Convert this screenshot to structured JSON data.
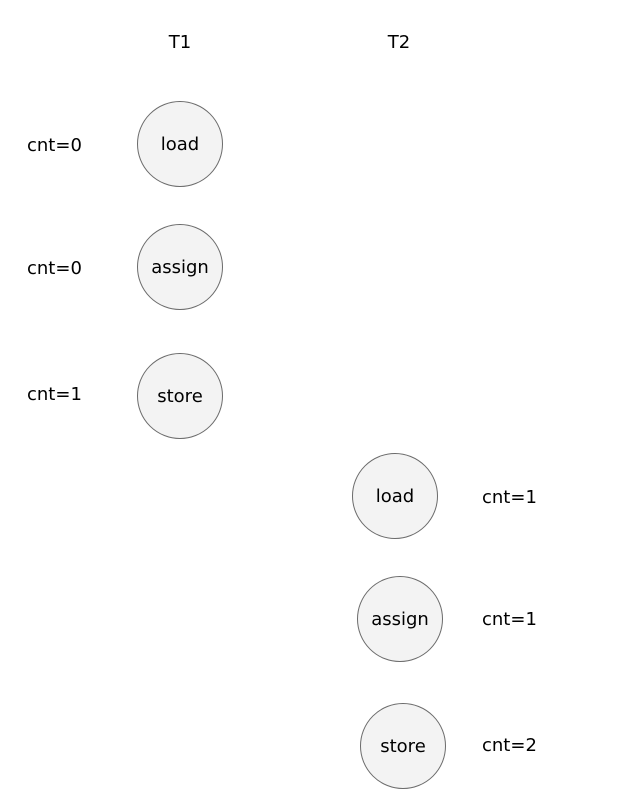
{
  "threads": [
    {
      "name": "T1",
      "steps": [
        {
          "op": "load",
          "cnt": "cnt=0"
        },
        {
          "op": "assign",
          "cnt": "cnt=0"
        },
        {
          "op": "store",
          "cnt": "cnt=1"
        }
      ]
    },
    {
      "name": "T2",
      "steps": [
        {
          "op": "load",
          "cnt": "cnt=1"
        },
        {
          "op": "assign",
          "cnt": "cnt=1"
        },
        {
          "op": "store",
          "cnt": "cnt=2"
        }
      ]
    }
  ]
}
